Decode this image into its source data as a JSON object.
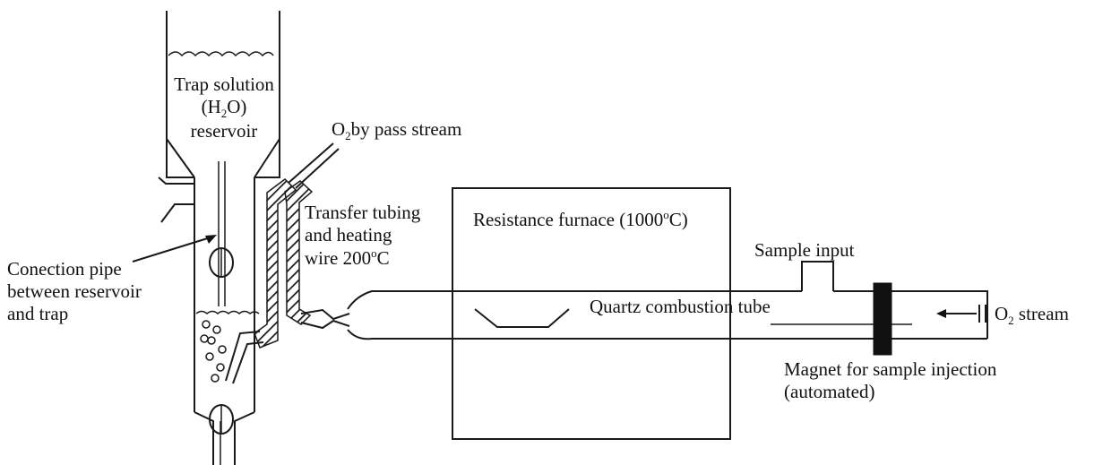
{
  "labels": {
    "reservoir": {
      "line1": "Trap solution",
      "h_sub": "2",
      "line3": "reservoir"
    },
    "bypass": {
      "o_sub": "2",
      "text": "by pass stream"
    },
    "transfer": {
      "line1": "Transfer tubing",
      "line2": "and heating",
      "line3_prefix": "wire 200",
      "line3_sup": "o",
      "line3_suffix": "C"
    },
    "furnace": {
      "prefix": "Resistance furnace (1000",
      "sup": "o",
      "suffix": "C)"
    },
    "sample_input": "Sample input",
    "combustion_tube": "Quartz combustion tube",
    "o2_stream": {
      "o_sub": "2",
      "text": "stream"
    },
    "magnet": {
      "line1": "Magnet for sample injection",
      "line2": "(automated)"
    },
    "connection": {
      "line1": "Conection pipe",
      "line2": "between reservoir",
      "line3": "and trap"
    }
  }
}
